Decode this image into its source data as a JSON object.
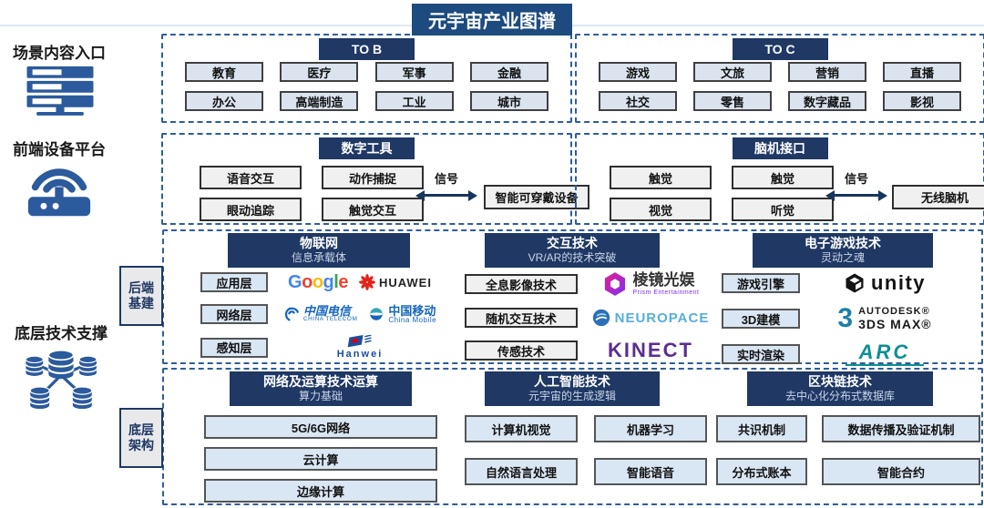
{
  "title": "元宇宙产业图谱",
  "left_labels": {
    "scene": "场景内容入口",
    "frontend": "前端设备平台",
    "tech": "底层技术支撑"
  },
  "to_b": {
    "header": "TO B",
    "items": [
      "教育",
      "医疗",
      "军事",
      "金融",
      "办公",
      "高端制造",
      "工业",
      "城市"
    ]
  },
  "to_c": {
    "header": "TO C",
    "items": [
      "游戏",
      "文旅",
      "营销",
      "直播",
      "社交",
      "零售",
      "数字藏品",
      "影视"
    ]
  },
  "digital_tools": {
    "header": "数字工具",
    "items": [
      "语音交互",
      "动作捕捉",
      "眼动追踪",
      "触觉交互"
    ],
    "signal": "信号",
    "target": "智能可穿戴设备"
  },
  "brain_interface": {
    "header": "脑机接口",
    "items": [
      "触觉",
      "触觉",
      "视觉",
      "听觉"
    ],
    "signal": "信号",
    "target": "无线脑机"
  },
  "backend": {
    "side_label": "后端基建",
    "iot": {
      "title": "物联网",
      "subtitle": "信息承载体",
      "chips": [
        "应用层",
        "网络层",
        "感知层"
      ]
    },
    "interaction": {
      "title": "交互技术",
      "subtitle": "VR/AR的技术突破",
      "chips": [
        "全息影像技术",
        "随机交互技术",
        "传感技术"
      ]
    },
    "game": {
      "title": "电子游戏技术",
      "subtitle": "灵动之魂",
      "chips": [
        "游戏引擎",
        "3D建模",
        "实时渲染"
      ]
    }
  },
  "base": {
    "side_label": "底层架构",
    "network": {
      "title": "网络及运算技术运算",
      "subtitle": "算力基础",
      "chips": [
        "5G/6G网络",
        "云计算",
        "边缘计算"
      ]
    },
    "ai": {
      "title": "人工智能技术",
      "subtitle": "元宇宙的生成逻辑",
      "chips": [
        "计算机视觉",
        "机器学习",
        "自然语言处理",
        "智能语音"
      ]
    },
    "blockchain": {
      "title": "区块链技术",
      "subtitle": "去中心化分布式数据库",
      "chips": [
        "共识机制",
        "数据传播及验证机制",
        "分布式账本",
        "智能合约"
      ]
    }
  },
  "logos": {
    "google": {
      "letters": [
        {
          "ch": "G",
          "c": "#4285F4"
        },
        {
          "ch": "o",
          "c": "#EA4335"
        },
        {
          "ch": "o",
          "c": "#FBBC05"
        },
        {
          "ch": "g",
          "c": "#4285F4"
        },
        {
          "ch": "l",
          "c": "#34A853"
        },
        {
          "ch": "e",
          "c": "#EA4335"
        }
      ]
    },
    "huawei": {
      "text": "HUAWEI"
    },
    "china_telecom": {
      "cn": "中国电信",
      "en": "CHINA TELECOM"
    },
    "china_mobile": {
      "cn": "中国移动",
      "en": "China Mobile"
    },
    "hanwei": {
      "text": "Hanwei"
    },
    "prism": {
      "cn": "棱镜光娱",
      "en": "Prism Entertainment"
    },
    "neuropace": {
      "text": "NEUROPACE"
    },
    "kinect": {
      "text": "KINECT"
    },
    "unity": {
      "text": "unity"
    },
    "autodesk": {
      "num": "3",
      "line1": "AUTODESK®",
      "line2": "3DS MAX®"
    },
    "arc": {
      "text": "ARC"
    }
  },
  "colors": {
    "navy": "#1f3864",
    "title_bg": "#1d4b80",
    "dashed_border": "#2d5d9e",
    "chip_blue": "#dbe3ef",
    "chip_gray": "#f0f0f0",
    "icon_blue": "#2b5a9d"
  }
}
